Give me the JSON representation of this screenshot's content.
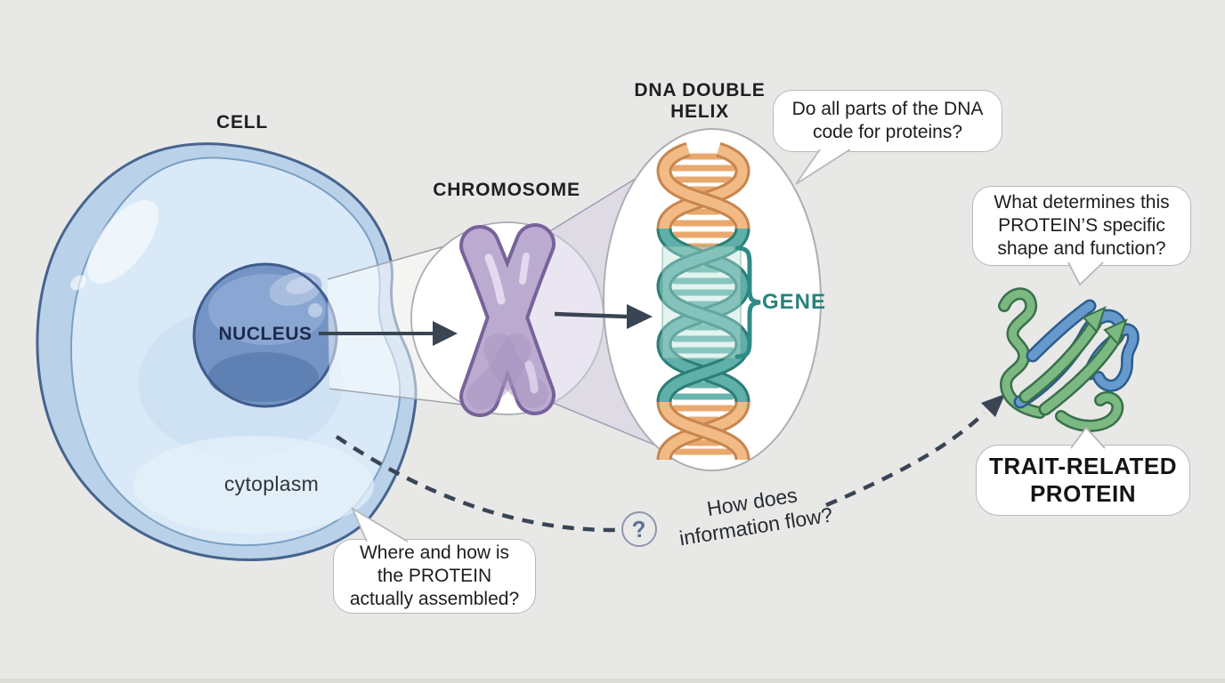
{
  "background_color": "#E8E8E6",
  "colors": {
    "cell_membrane": "#B9D2E9",
    "cell_outline": "#46648E",
    "cell_interior": "#D9E9F7",
    "nucleus_blue": "#7494C5",
    "nucleus_outline": "#3E5C8C",
    "chromosome_purple": "#BCABD0",
    "chromosome_outline": "#77639A",
    "helix_orange": "#EFAF79",
    "helix_orange_outline": "#C8854E",
    "helix_teal": "#5FB0A8",
    "helix_teal_outline": "#2B7F79",
    "gene_teal": "#27837E",
    "protein_green": "#7CB881",
    "protein_blue": "#6699CC",
    "arrow_dark": "#3A4554",
    "bubble_border": "#B5B9BE",
    "bubble_fill": "#FFFFFF"
  },
  "labels": {
    "cell": "CELL",
    "chromosome": "CHROMOSOME",
    "dna_helix": {
      "lines": [
        "DNA DOUBLE",
        "HELIX"
      ]
    },
    "nucleus": "NUCLEUS",
    "cytoplasm": "cytoplasm",
    "gene": "GENE"
  },
  "bubbles": {
    "dna_code": {
      "lines": [
        "Do all parts of the DNA",
        "code for proteins?"
      ]
    },
    "protein_shape": {
      "lines": [
        "What determines this",
        "PROTEIN’S specific",
        "shape and function?"
      ]
    },
    "trait_protein": {
      "lines": [
        "TRAIT-RELATED",
        "PROTEIN"
      ]
    },
    "protein_assembly": {
      "lines": [
        "Where and how is",
        "the PROTEIN",
        "actually assembled?"
      ]
    }
  },
  "flow_question": {
    "mark": "?",
    "lines": [
      "How does",
      "information flow?"
    ]
  }
}
